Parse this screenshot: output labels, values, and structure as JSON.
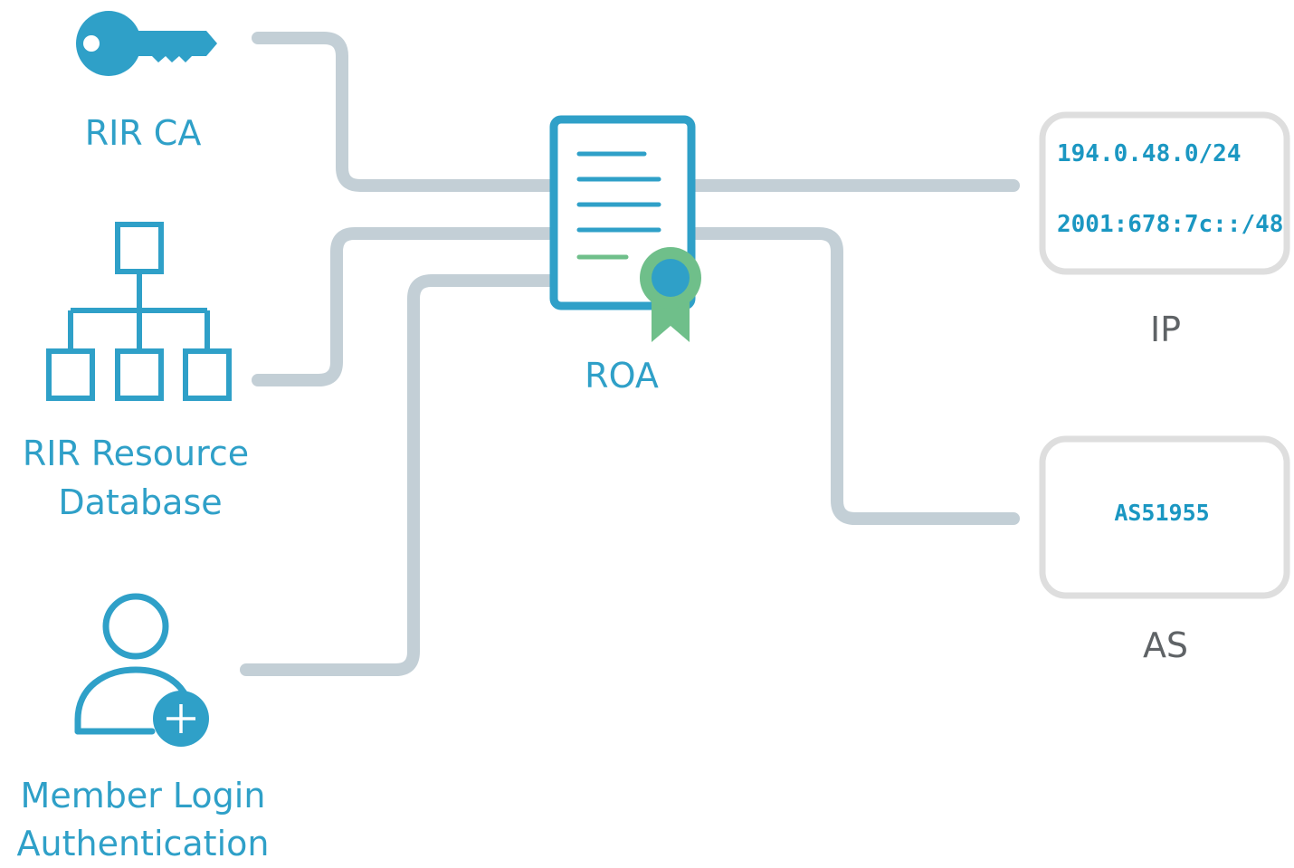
{
  "sources": {
    "rir_ca": "RIR CA",
    "resource_db_line1": "RIR Resource",
    "resource_db_line2": "Database",
    "member_login_line1": "Member Login",
    "member_login_line2": "Authentication"
  },
  "roa": {
    "label": "ROA"
  },
  "ip": {
    "label": "IP",
    "prefixes": [
      "194.0.48.0/24",
      "2001:678:7c::/48"
    ]
  },
  "as": {
    "label": "AS",
    "number": "AS51955"
  },
  "colors": {
    "accent_blue": "#2fa0c8",
    "connector_grey": "#c3cfd6",
    "box_border": "#dedede",
    "text_grey": "#5f6366",
    "seal_green": "#6fbf8a"
  },
  "icons": [
    "key-icon",
    "hierarchy-icon",
    "add-user-icon",
    "document-certificate-icon"
  ]
}
